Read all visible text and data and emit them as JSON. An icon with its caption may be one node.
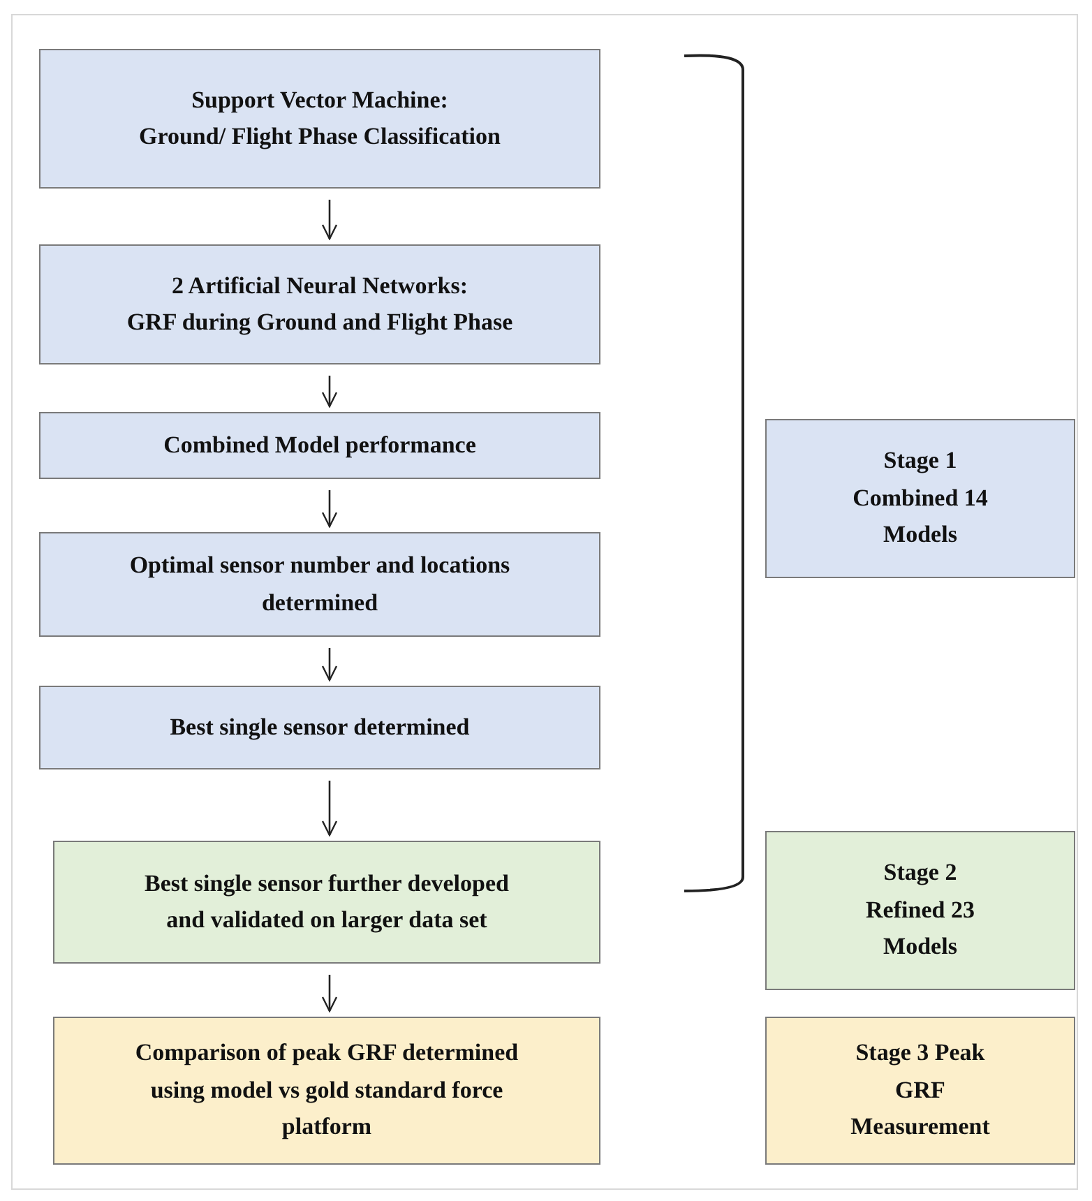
{
  "diagram": {
    "nodes": [
      {
        "text": [
          "Support Vector Machine:",
          "Ground/ Flight Phase Classification"
        ]
      },
      {
        "text": [
          "2 Artificial Neural Networks:",
          "GRF during Ground and Flight Phase"
        ]
      },
      {
        "text": [
          "Combined Model performance"
        ]
      },
      {
        "text": [
          "Optimal sensor number and locations determined"
        ]
      },
      {
        "text": [
          "Best single sensor determined"
        ]
      },
      {
        "text": [
          "Best single sensor further developed and validated on larger data set"
        ]
      },
      {
        "text": [
          "Comparison of peak GRF determined using model vs gold standard force platform"
        ]
      },
      {
        "text": [
          "Stage 1 Combined 14 Models"
        ]
      },
      {
        "text": [
          "Stage 2 Refined 23 Models"
        ]
      },
      {
        "text": [
          "Stage 3 Peak GRF Measurement"
        ]
      }
    ],
    "edges": [
      {
        "from": 0,
        "to": 1,
        "arrow": "to"
      },
      {
        "from": 1,
        "to": 2,
        "arrow": "to"
      },
      {
        "from": 2,
        "to": 3,
        "arrow": "to"
      },
      {
        "from": 3,
        "to": 4,
        "arrow": "to"
      },
      {
        "from": 4,
        "to": 5,
        "arrow": "to"
      },
      {
        "from": 5,
        "to": 6,
        "arrow": "to"
      }
    ]
  }
}
